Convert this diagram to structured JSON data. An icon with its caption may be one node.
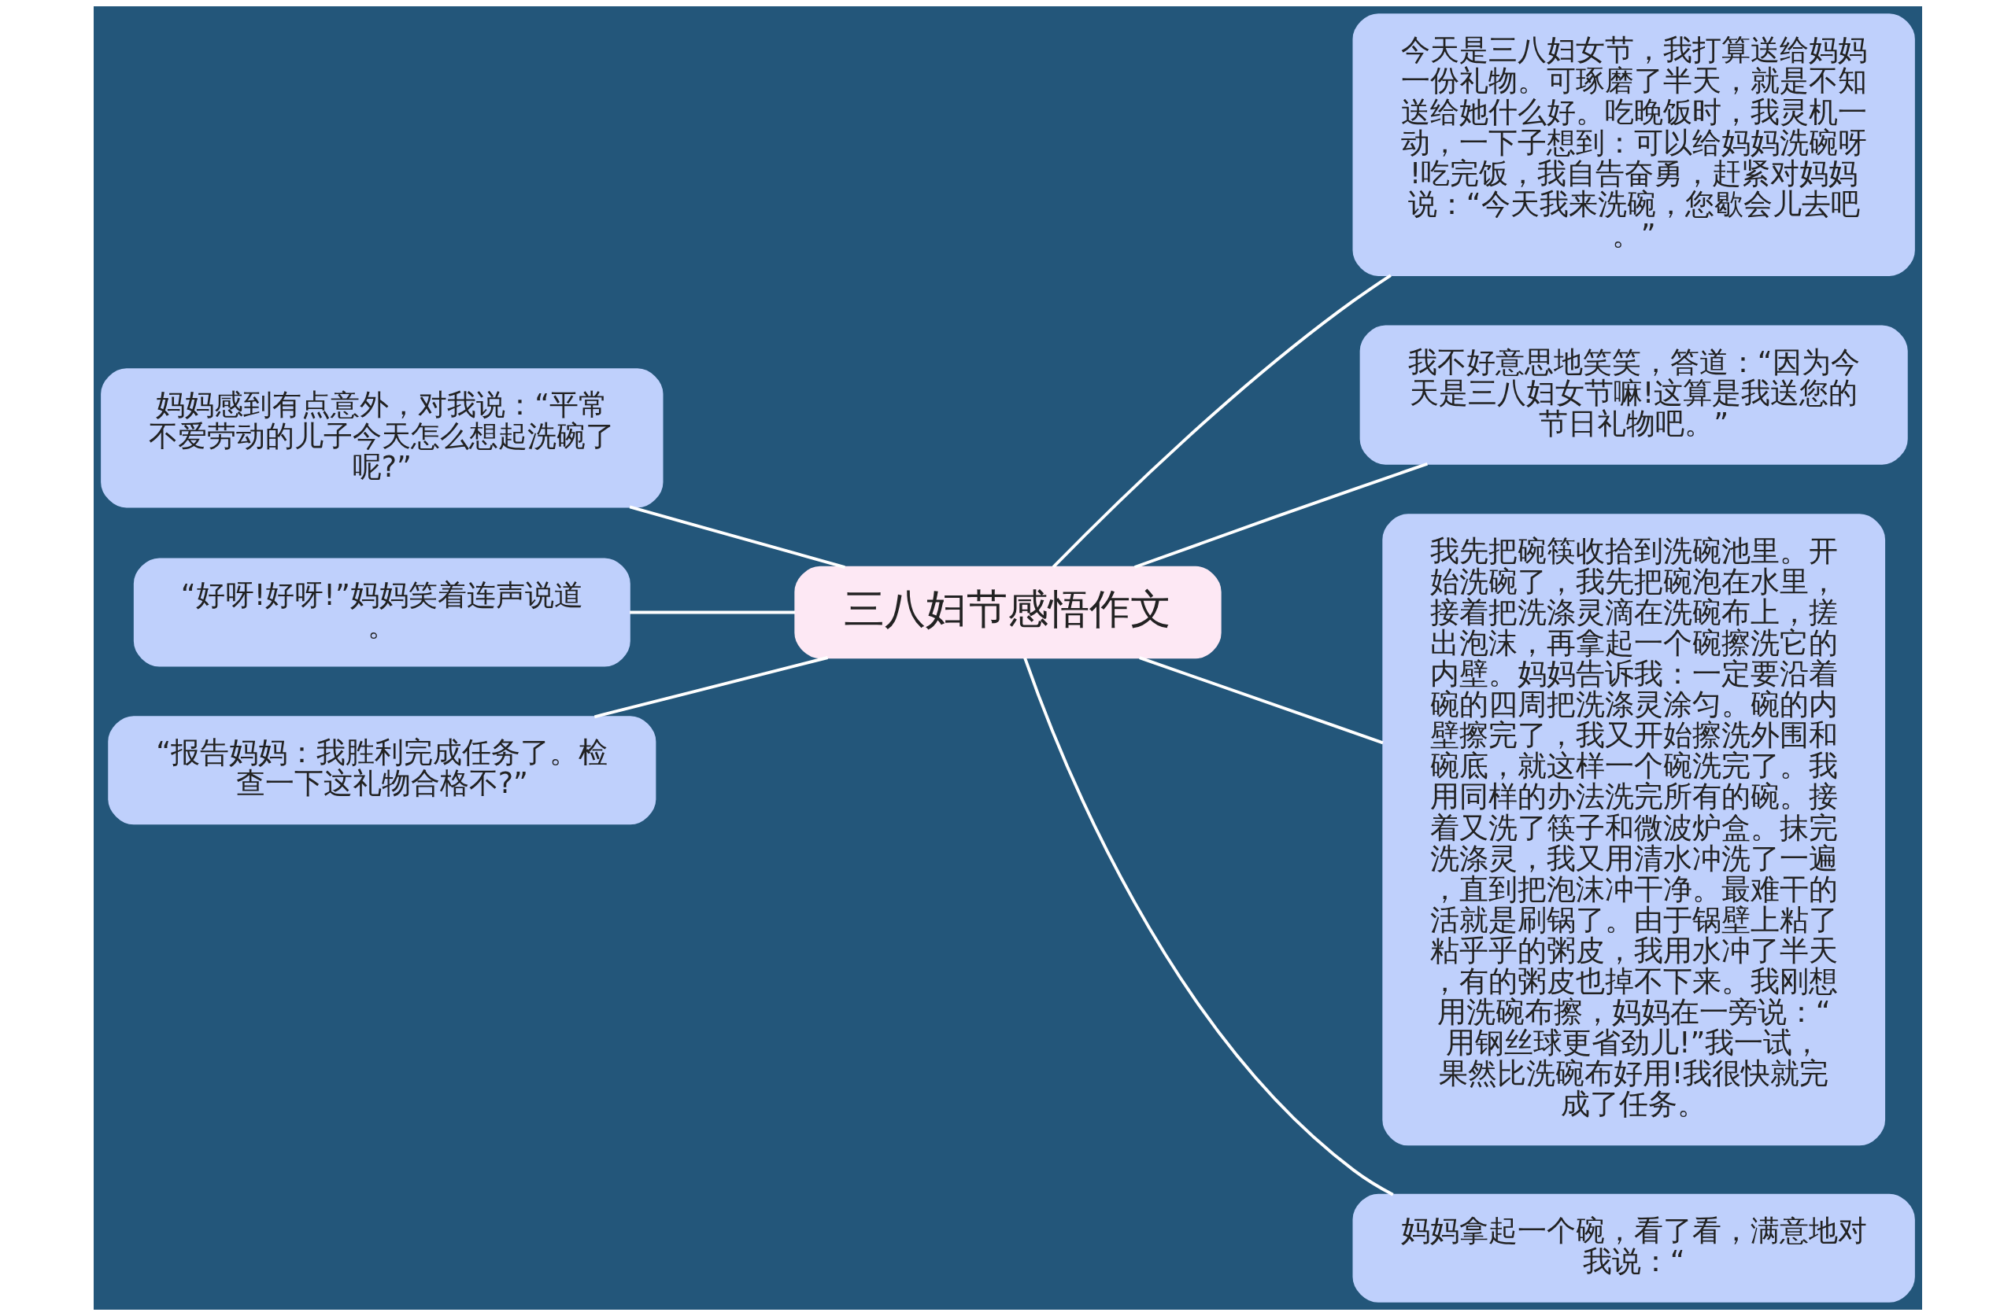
{
  "diagram": {
    "nodes": [
      {
        "text": [
          "三八妇节感悟作文"
        ]
      },
      {
        "text": [
          "今天是三八妇女节，我打算送给妈妈一份礼物。可琢磨了半天，就是不知送给她什么好。吃晚饭时，我灵机一动，一下子想到：可以给妈妈洗碗呀!吃完饭，我自告奋勇，赶紧对妈妈说：“今天我来洗碗，您歇会儿去吧。”"
        ]
      },
      {
        "text": [
          "我不好意思地笑笑，答道：“因为今天是三八妇女节嘛!这算是我送您的节日礼物吧。”"
        ]
      },
      {
        "text": [
          "我先把碗筷收拾到洗碗池里。开始洗碗了，我先把碗泡在水里，接着把洗涤灵滴在洗碗布上，搓出泡沫，再拿起一个碗擦洗它的内壁。妈妈告诉我：一定要沿着碗的四周把洗涤灵涂匀。碗的内壁擦完了，我又开始擦洗外围和碗底，就这样一个碗洗完了。我用同样的办法洗完所有的碗。接着又洗了筷子和微波炉盒。抹完洗涤灵，我又用清水冲洗了一遍，直到把泡沫冲干净。最难干的活就是刷锅了。由于锅壁上粘了粘乎乎的粥皮，我用水冲了半天，有的粥皮也掉不下来。我刚想用洗碗布擦，妈妈在一旁说：“用钢丝球更省劲儿!”我一试，果然比洗碗布好用!我很快就完成了任务。"
        ]
      },
      {
        "text": [
          "妈妈拿起一个碗，看了看，满意地对我说：“"
        ]
      },
      {
        "text": [
          "妈妈感到有点意外，对我说：“平常不爱劳动的儿子今天怎么想起洗碗了呢?”"
        ]
      },
      {
        "text": [
          "“好呀!好呀!”妈妈笑着连声说道。"
        ]
      },
      {
        "text": [
          "“报告妈妈：我胜利完成任务了。检查一下这礼物合格不?”"
        ]
      }
    ],
    "edges": [
      {
        "from": 0,
        "to": 1,
        "arrow": "none"
      },
      {
        "from": 0,
        "to": 2,
        "arrow": "none"
      },
      {
        "from": 0,
        "to": 3,
        "arrow": "none"
      },
      {
        "from": 0,
        "to": 4,
        "arrow": "none"
      },
      {
        "from": 0,
        "to": 5,
        "arrow": "none"
      },
      {
        "from": 0,
        "to": 6,
        "arrow": "none"
      },
      {
        "from": 0,
        "to": 7,
        "arrow": "none"
      }
    ]
  }
}
